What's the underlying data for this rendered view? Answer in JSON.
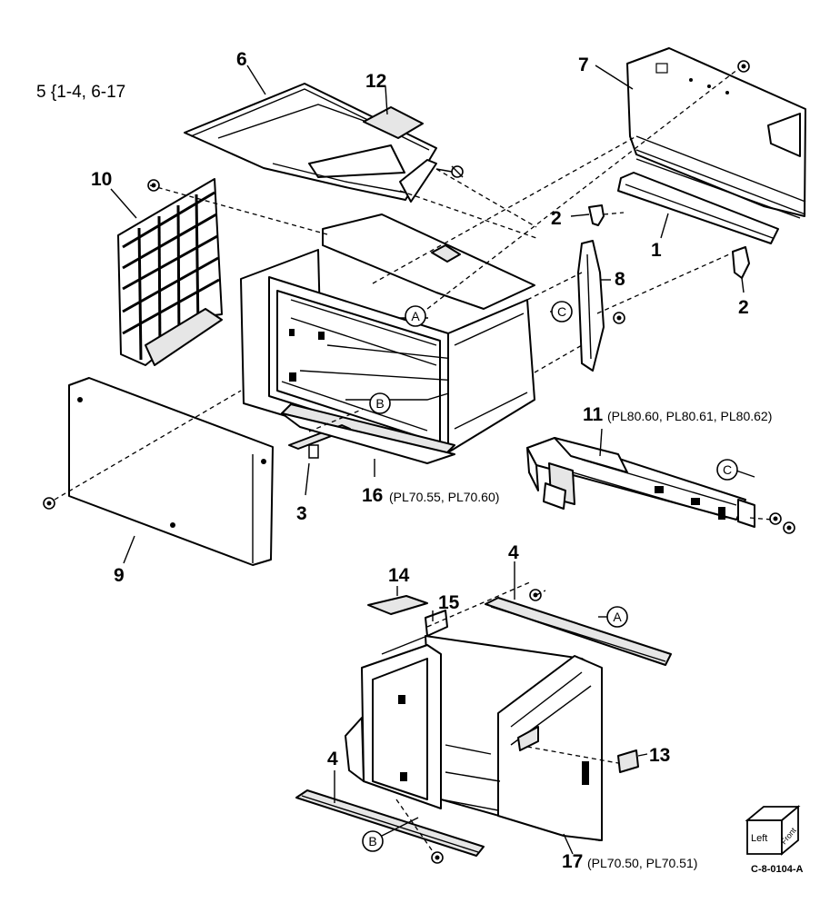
{
  "kit_label": "5 {1-4, 6-17",
  "diagram_code": "C-8-0104-A",
  "orientation": {
    "left": "Left",
    "front": "Front"
  },
  "callouts": [
    {
      "id": "p1",
      "number": "1",
      "ref": ""
    },
    {
      "id": "p2a",
      "number": "2",
      "ref": ""
    },
    {
      "id": "p2b",
      "number": "2",
      "ref": ""
    },
    {
      "id": "p3",
      "number": "3",
      "ref": ""
    },
    {
      "id": "p4a",
      "number": "4",
      "ref": ""
    },
    {
      "id": "p4b",
      "number": "4",
      "ref": ""
    },
    {
      "id": "p6",
      "number": "6",
      "ref": ""
    },
    {
      "id": "p7",
      "number": "7",
      "ref": ""
    },
    {
      "id": "p8",
      "number": "8",
      "ref": ""
    },
    {
      "id": "p9",
      "number": "9",
      "ref": ""
    },
    {
      "id": "p10",
      "number": "10",
      "ref": ""
    },
    {
      "id": "p11",
      "number": "11",
      "ref": "(PL80.60, PL80.61, PL80.62)"
    },
    {
      "id": "p12",
      "number": "12",
      "ref": ""
    },
    {
      "id": "p13",
      "number": "13",
      "ref": ""
    },
    {
      "id": "p14",
      "number": "14",
      "ref": ""
    },
    {
      "id": "p15",
      "number": "15",
      "ref": ""
    },
    {
      "id": "p16",
      "number": "16",
      "ref": "(PL70.55, PL70.60)"
    },
    {
      "id": "p17",
      "number": "17",
      "ref": "(PL70.50, PL70.51)"
    }
  ],
  "connectors": [
    {
      "id": "cA1",
      "letter": "A"
    },
    {
      "id": "cA2",
      "letter": "A"
    },
    {
      "id": "cB1",
      "letter": "B"
    },
    {
      "id": "cB2",
      "letter": "B"
    },
    {
      "id": "cC1",
      "letter": "C"
    },
    {
      "id": "cC2",
      "letter": "C"
    }
  ]
}
